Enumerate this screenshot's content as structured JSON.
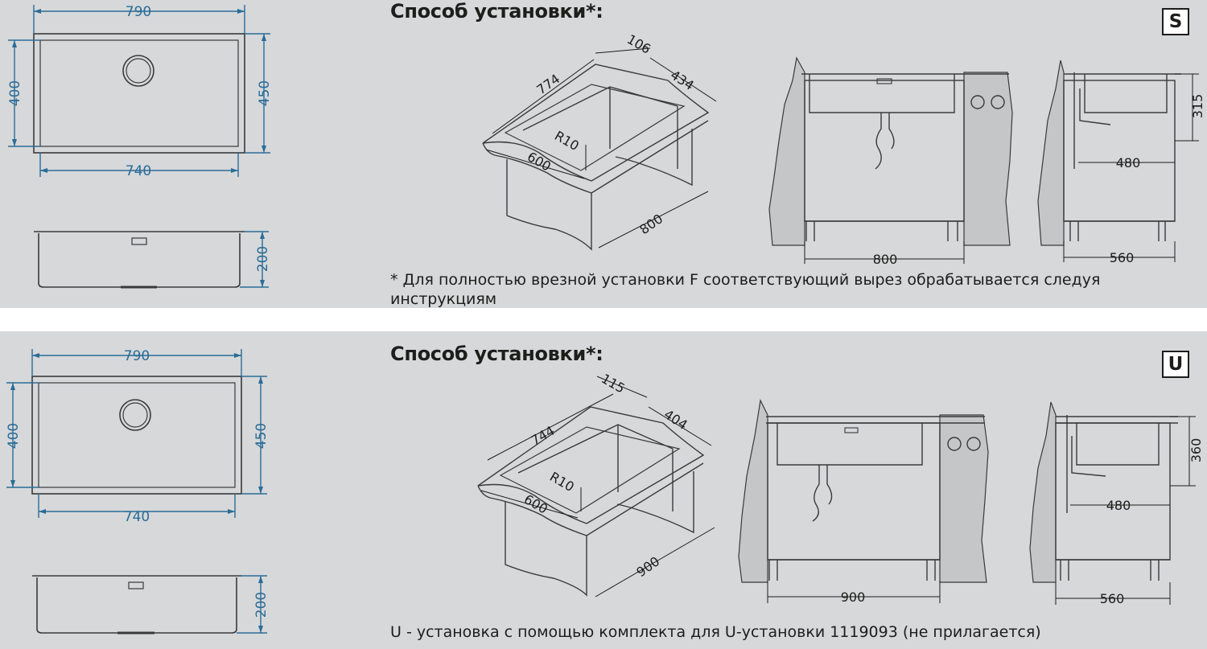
{
  "sections": [
    {
      "id": "S",
      "title": "Способ установки*:",
      "badge": "S",
      "note": "* Для полностью врезной установки F соответствующий вырез обрабатывается следуя инструкциям",
      "top_view": {
        "outer_width": "790",
        "inner_width": "740",
        "inner_height": "400",
        "outer_height": "450"
      },
      "side_view": {
        "depth": "200"
      },
      "iso": {
        "lip": "106",
        "length": "774",
        "depth_cut": "434",
        "radius": "R10",
        "width": "600",
        "cabinet": "800"
      },
      "front": {
        "cabinet": "800"
      },
      "side": {
        "height": "315",
        "drain": "480",
        "cabinet_depth": "560"
      }
    },
    {
      "id": "U",
      "title": "Способ установки*:",
      "badge": "U",
      "note": "U - установка с помощью комплекта для U-установки 1119093 (не прилагается)",
      "top_view": {
        "outer_width": "790",
        "inner_width": "740",
        "inner_height": "400",
        "outer_height": "450"
      },
      "side_view": {
        "depth": "200"
      },
      "iso": {
        "lip": "115",
        "length": "744",
        "depth_cut": "404",
        "radius": "R10",
        "width": "600",
        "cabinet": "900"
      },
      "front": {
        "cabinet": "900"
      },
      "side": {
        "height": "360",
        "drain": "480",
        "cabinet_depth": "560"
      }
    }
  ],
  "colors": {
    "panel_bg": "#d6d8da",
    "dimension_blue": "#2b6c97",
    "line": "#3a3a3a",
    "text": "#1d1d1b"
  }
}
